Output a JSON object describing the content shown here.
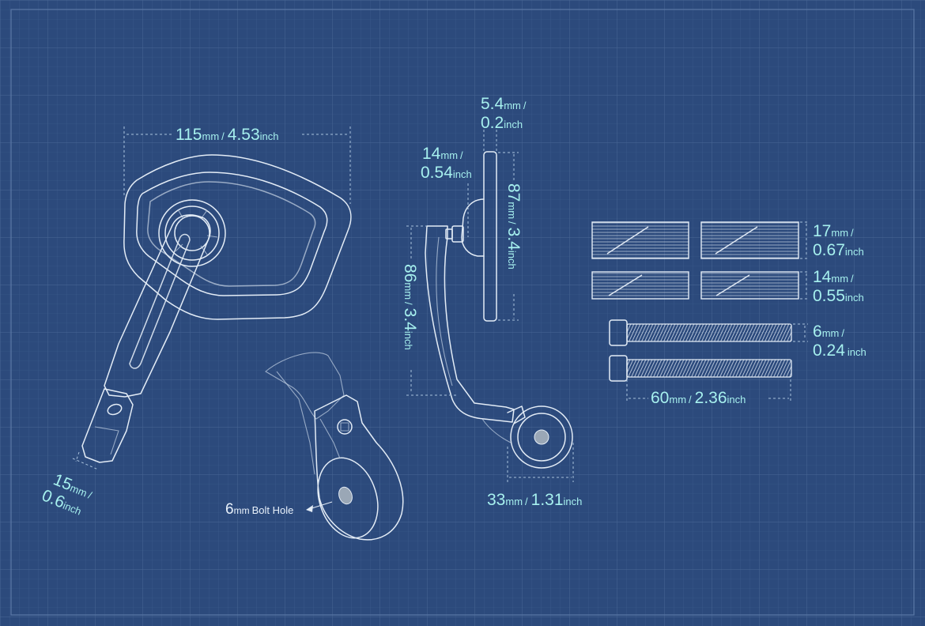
{
  "dimensions": {
    "mirror_width": {
      "value": "115",
      "unit": "mm",
      "sep": "/",
      "value_in": "4.53",
      "unit_in": "inch"
    },
    "mount_width": {
      "value": "15",
      "unit": "mm",
      "sep": "/",
      "value_in": "0.6",
      "unit_in": "inch"
    },
    "glass_thickness": {
      "value": "5.4",
      "unit": "mm",
      "sep": "/",
      "value_in": "0.2",
      "unit_in": "inch"
    },
    "ball_joint": {
      "value": "14",
      "unit": "mm",
      "sep": "/",
      "value_in": "0.54",
      "unit_in": "inch"
    },
    "glass_height": {
      "value": "87",
      "unit": "mm",
      "sep": "/",
      "value_in": "3.4",
      "unit_in": "inch"
    },
    "arm_height": {
      "value": "86",
      "unit": "mm",
      "sep": "/",
      "value_in": "3.4",
      "unit_in": "inch"
    },
    "clamp_diameter": {
      "value": "33",
      "unit": "mm",
      "sep": "/",
      "value_in": "1.31",
      "unit_in": "inch"
    },
    "spacer_large": {
      "value": "17",
      "unit": "mm",
      "sep": "/",
      "value_in": "0.67",
      "unit_in": "inch"
    },
    "spacer_small": {
      "value": "14",
      "unit": "mm",
      "sep": "/",
      "value_in": "0.55",
      "unit_in": "inch"
    },
    "bolt_diameter": {
      "value": "6",
      "unit": "mm",
      "sep": "/",
      "value_in": "0.24",
      "unit_in": "inch"
    },
    "bolt_length": {
      "value": "60",
      "unit": "mm",
      "sep": "/",
      "value_in": "2.36",
      "unit_in": "inch"
    }
  },
  "callout": {
    "value": "6",
    "unit": "mm",
    "text": "Bolt Hole"
  },
  "colors": {
    "background": "#2c4a7c",
    "line": "#e3ecf6",
    "label": "#a6f0ee",
    "grid": "#4a6896"
  }
}
